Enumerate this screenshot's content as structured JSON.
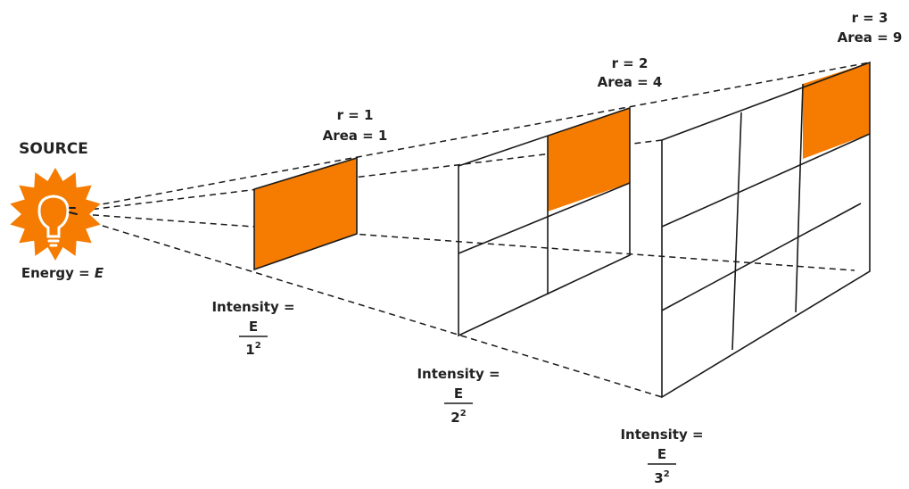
{
  "colors": {
    "accent": "#f57c00",
    "line": "#1a1a1a",
    "background": "#ffffff"
  },
  "source": {
    "title": "SOURCE",
    "energy_prefix": "Energy = ",
    "energy_symbol": "E",
    "icon": "lightbulb-icon"
  },
  "panels": [
    {
      "r_label": "r = 1",
      "area_label": "Area = 1",
      "intensity_label": "Intensity =",
      "numerator": "E",
      "denominator_base": "1",
      "denominator_exp": "2"
    },
    {
      "r_label": "r = 2",
      "area_label": "Area = 4",
      "intensity_label": "Intensity =",
      "numerator": "E",
      "denominator_base": "2",
      "denominator_exp": "2"
    },
    {
      "r_label": "r = 3",
      "area_label": "Area = 9",
      "intensity_label": "Intensity =",
      "numerator": "E",
      "denominator_base": "3",
      "denominator_exp": "2"
    }
  ]
}
